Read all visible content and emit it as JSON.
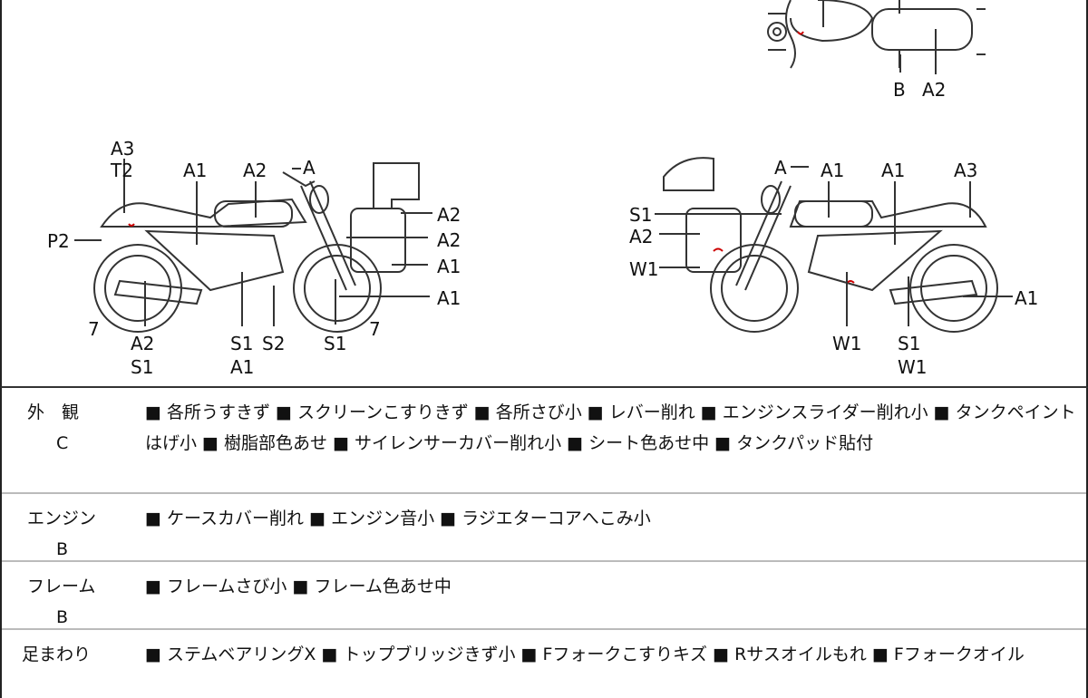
{
  "diagram": {
    "top_view_labels": [
      "B",
      "A2"
    ],
    "left_bike_labels": [
      "A3",
      "T2",
      "A1",
      "A2",
      "A",
      "P2",
      "A2",
      "A2",
      "A1",
      "A1",
      "7",
      "A2",
      "S1",
      "S1",
      "S2",
      "A1",
      "S1",
      "7"
    ],
    "right_bike_labels": [
      "A",
      "A1",
      "A1",
      "A3",
      "S1",
      "A2",
      "W1",
      "W1",
      "S1",
      "W1",
      "A1"
    ],
    "mark_color": "#cc0000"
  },
  "table": {
    "rows": [
      {
        "category": "外　観",
        "grade": "C",
        "items": "■ 各所うすきず ■ スクリーンこすりきず ■ 各所さび小 ■ レバー削れ ■ エンジンスライダー削れ小 ■ タンクペイントはげ小 ■ 樹脂部色あせ ■ サイレンサーカバー削れ小 ■ シート色あせ中 ■ タンクパッド貼付"
      },
      {
        "category": "エンジン",
        "grade": "B",
        "items": "■ ケースカバー削れ ■ エンジン音小 ■ ラジエターコアへこみ小"
      },
      {
        "category": "フレーム",
        "grade": "B",
        "items": "■ フレームさび小 ■ フレーム色あせ中"
      },
      {
        "category": "足まわり",
        "grade": "",
        "items": "■ ステムベアリングX ■ トップブリッジきず小 ■ Fフォークこすりキズ ■ Rサスオイルもれ ■ Fフォークオイル"
      }
    ]
  }
}
